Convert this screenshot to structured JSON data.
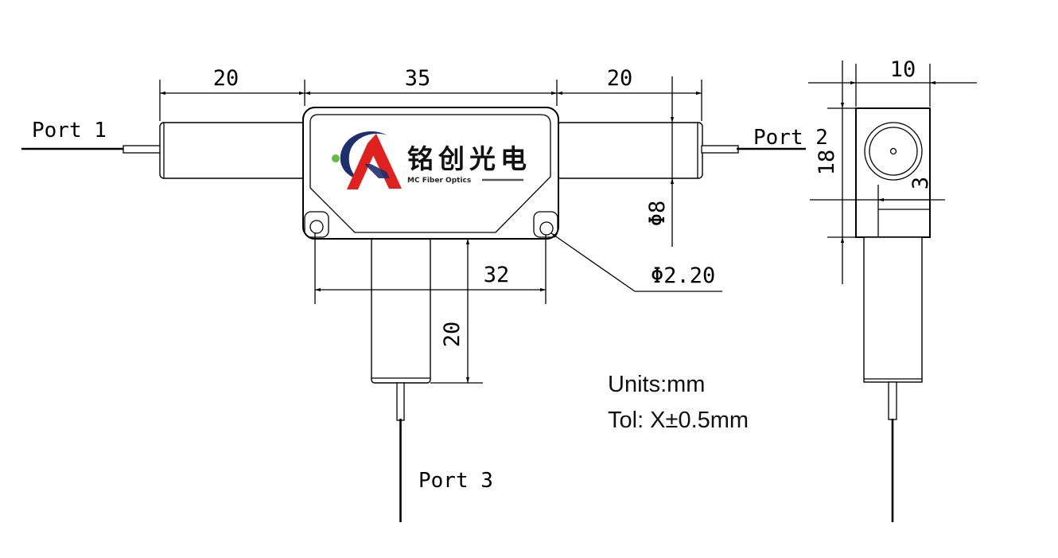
{
  "ports": {
    "port1": "Port 1",
    "port2": "Port 2",
    "port3": "Port 3"
  },
  "dimensions": {
    "left_tube_length": "20",
    "body_length": "35",
    "right_tube_length": "20",
    "tube_diameter": "Φ8",
    "hole_spacing": "32",
    "bottom_tube_length": "20",
    "hole_diameter": "Φ2.20",
    "side_width": "10",
    "side_height": "18",
    "side_offset": "3"
  },
  "logo": {
    "chinese_name": "铭创光电",
    "english_name": "MC Fiber Optics",
    "colors": {
      "red": "#e0211d",
      "navy": "#1d2f6e",
      "green": "#5fbf3f"
    }
  },
  "notes": {
    "units": "Units:mm",
    "tolerance": "Tol: X±0.5mm"
  }
}
